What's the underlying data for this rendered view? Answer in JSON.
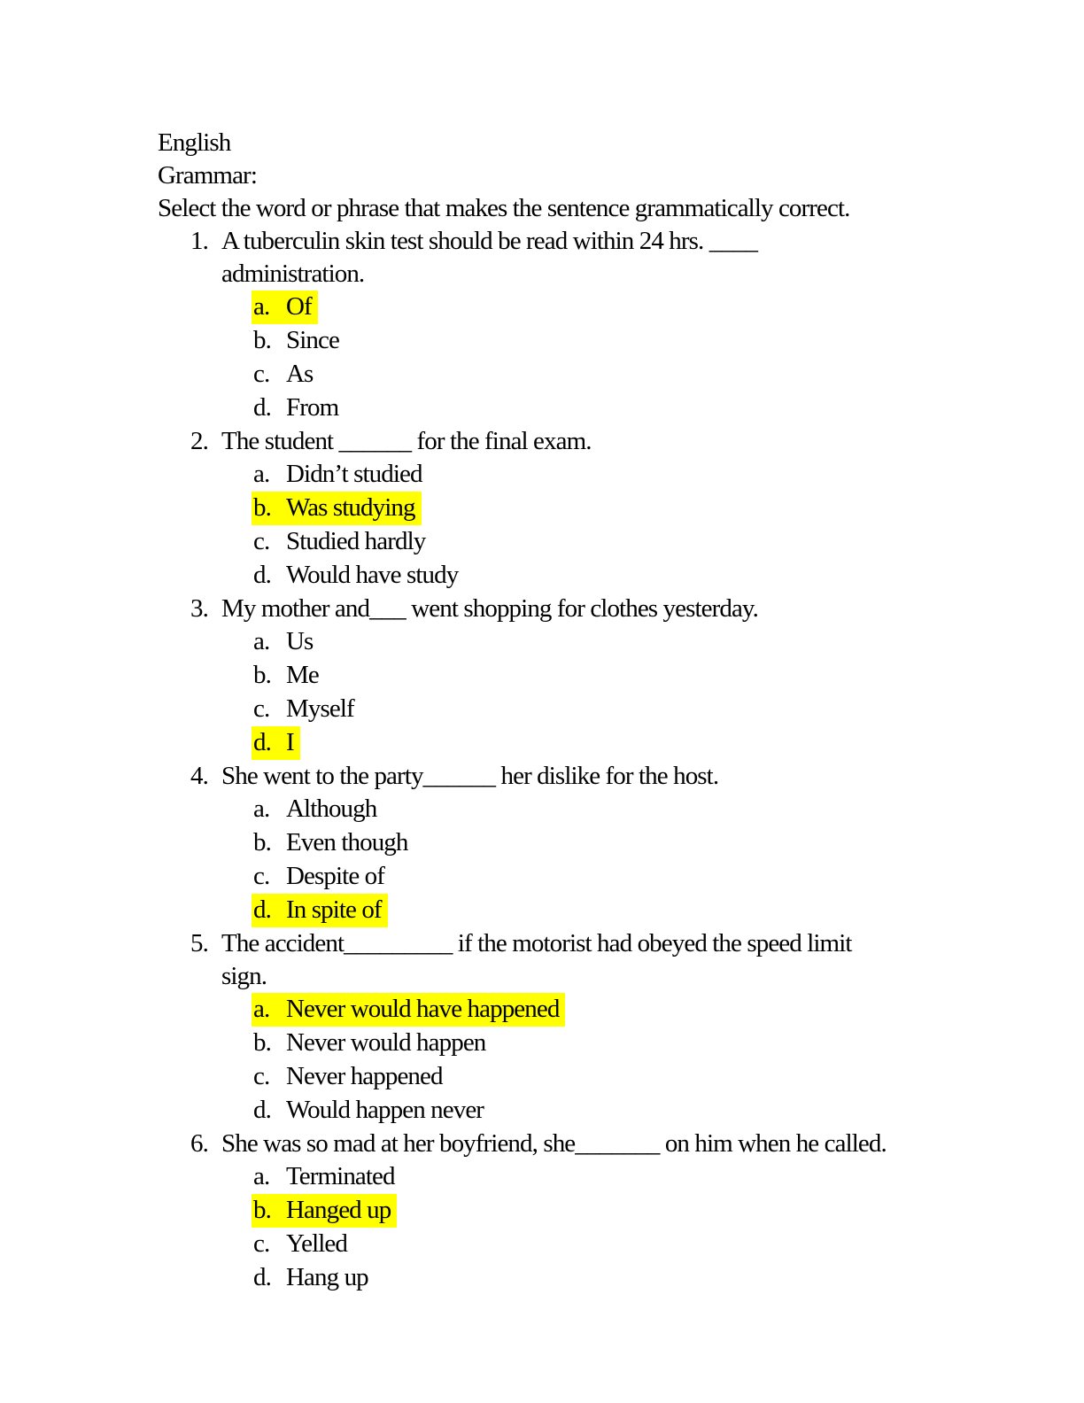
{
  "page": {
    "title": "English",
    "subtitle": "Grammar:",
    "instruction": "Select the word or phrase that makes the sentence grammatically correct."
  },
  "highlight_color": "#ffff00",
  "questions": [
    {
      "number": "1.",
      "text": "A tuberculin skin test should be read within 24 hrs. ____\nadministration.",
      "options": [
        {
          "letter": "a.",
          "text": "Of",
          "highlighted": true
        },
        {
          "letter": "b.",
          "text": "Since",
          "highlighted": false
        },
        {
          "letter": "c.",
          "text": "As",
          "highlighted": false
        },
        {
          "letter": "d.",
          "text": "From",
          "highlighted": false
        }
      ]
    },
    {
      "number": "2.",
      "text": "The student ______ for the final exam.",
      "options": [
        {
          "letter": "a.",
          "text": "Didn’t studied",
          "highlighted": false
        },
        {
          "letter": "b.",
          "text": "Was studying",
          "highlighted": true
        },
        {
          "letter": "c.",
          "text": "Studied hardly",
          "highlighted": false
        },
        {
          "letter": "d.",
          "text": "Would have study",
          "highlighted": false
        }
      ]
    },
    {
      "number": "3.",
      "text": "My mother and___ went shopping for clothes yesterday.",
      "options": [
        {
          "letter": "a.",
          "text": "Us",
          "highlighted": false
        },
        {
          "letter": "b.",
          "text": "Me",
          "highlighted": false
        },
        {
          "letter": "c.",
          "text": "Myself",
          "highlighted": false
        },
        {
          "letter": "d.",
          "text": "I",
          "highlighted": true
        }
      ]
    },
    {
      "number": "4.",
      "text": "She went to the party______ her dislike for the host.",
      "options": [
        {
          "letter": "a.",
          "text": "Although",
          "highlighted": false
        },
        {
          "letter": "b.",
          "text": "Even though",
          "highlighted": false
        },
        {
          "letter": "c.",
          "text": "Despite of",
          "highlighted": false
        },
        {
          "letter": "d.",
          "text": "In spite of",
          "highlighted": true
        }
      ]
    },
    {
      "number": "5.",
      "text": "The accident_________ if the motorist had obeyed the speed limit\nsign.",
      "options": [
        {
          "letter": "a.",
          "text": "Never would have happened",
          "highlighted": true
        },
        {
          "letter": "b.",
          "text": "Never would happen",
          "highlighted": false
        },
        {
          "letter": "c.",
          "text": "Never happened",
          "highlighted": false
        },
        {
          "letter": "d.",
          "text": "Would happen never",
          "highlighted": false
        }
      ]
    },
    {
      "number": "6.",
      "text": "She was so mad at her boyfriend, she_______ on him when he called.",
      "options": [
        {
          "letter": "a.",
          "text": "Terminated",
          "highlighted": false
        },
        {
          "letter": "b.",
          "text": "Hanged up",
          "highlighted": true
        },
        {
          "letter": "c.",
          "text": "Yelled",
          "highlighted": false
        },
        {
          "letter": "d.",
          "text": "Hang up",
          "highlighted": false
        }
      ]
    }
  ]
}
